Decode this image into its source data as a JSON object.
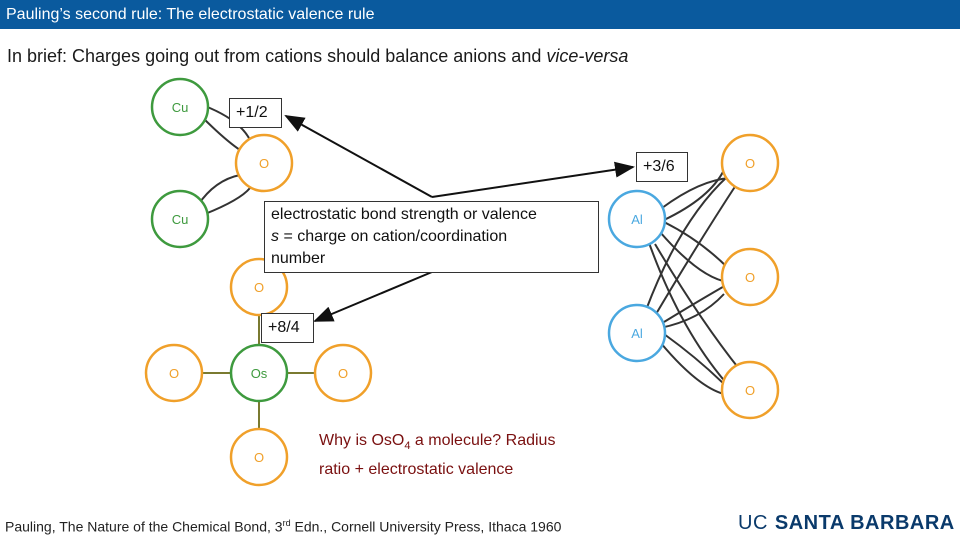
{
  "header": {
    "title": "Pauling’s second rule: The electrostatic valence rule"
  },
  "brief": {
    "prefix": "In brief: Charges going out from cations should balance anions and ",
    "emphasis": "vice-versa"
  },
  "colors": {
    "title_bar": "#0a5a9e",
    "copper_green": "#3e9a3e",
    "oxygen_orange": "#f0a02a",
    "aluminum_blue": "#4aa8e0",
    "question_red": "#7a1010"
  },
  "atoms": {
    "cu1": "Cu",
    "cu2": "Cu",
    "o_bridge": "O",
    "o_mid": "O",
    "os": "Os",
    "os_left": "O",
    "os_right": "O",
    "os_bottom": "O",
    "al_top": "Al",
    "al_bottom": "Al",
    "o_r1": "O",
    "o_r2": "O",
    "o_r3": "O"
  },
  "labels": {
    "half": "+1/2",
    "three_sixths": "+3/6",
    "eight_fourths": "+8/4"
  },
  "definition": {
    "line1": "electrostatic bond strength or valence",
    "s": "s",
    "line2_rest": " = charge on cation/coordination",
    "line3": "number"
  },
  "question": {
    "part1": "Why is Os",
    "o": "O",
    "sub4": "4",
    "part2": " a molecule? Radius",
    "line2": "ratio + electrostatic valence"
  },
  "citation": {
    "part1": "Pauling, The Nature of the Chemical Bond, 3",
    "sup": "rd",
    "part2": " Edn., Cornell University Press, Ithaca 1960"
  },
  "logo": {
    "uc": "UC",
    "name": "SANTA BARBARA"
  }
}
